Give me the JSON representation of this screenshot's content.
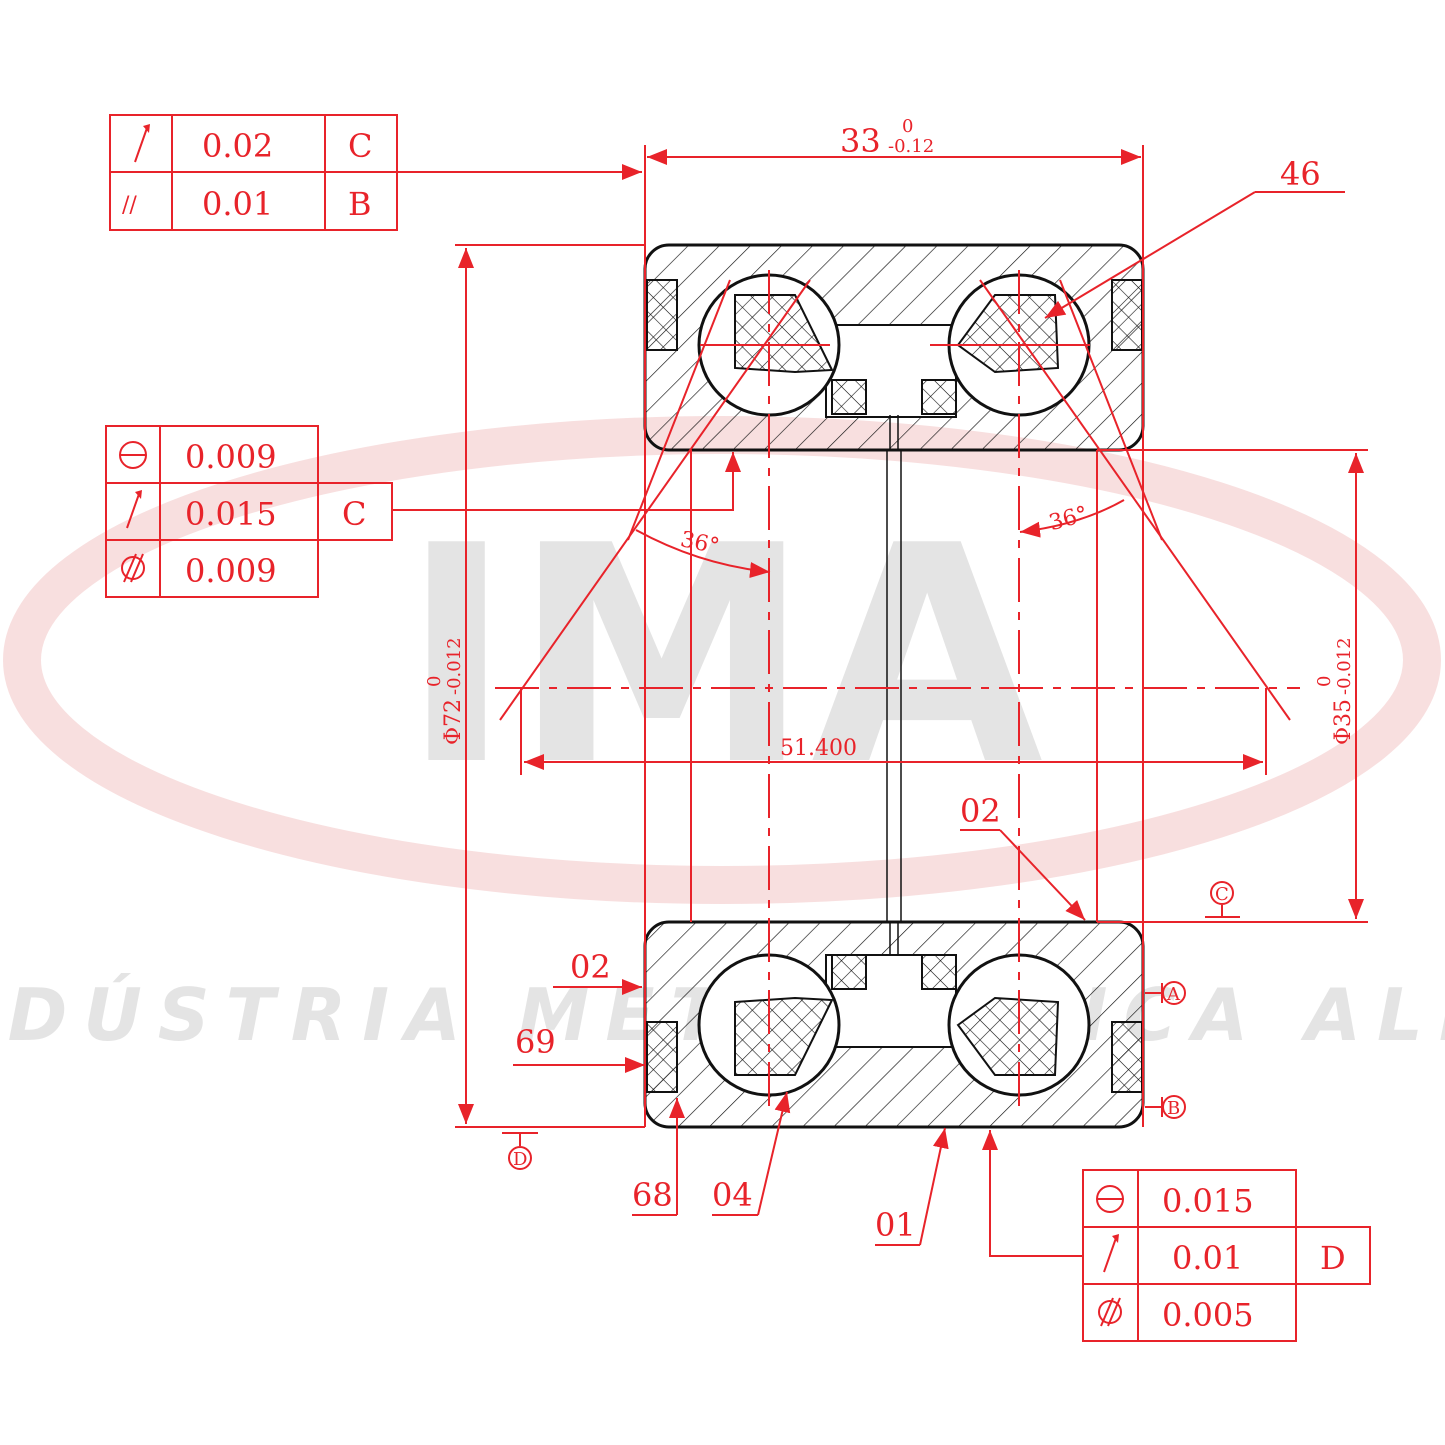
{
  "watermark": {
    "logo_text": "IMA",
    "company": "INDÚSTRIA METALÚRGICA ALLI"
  },
  "dimensions": {
    "width_nominal": "33",
    "width_tol_upper": "0",
    "width_tol_lower": "-0.12",
    "outer_dia": "Φ72",
    "outer_tol_upper": "0",
    "outer_tol_lower": "-0.012",
    "inner_dia": "Φ35",
    "inner_tol_upper": "0",
    "inner_tol_lower": "-0.012",
    "pitch": "51.400",
    "angle_left": "36°",
    "angle_right": "36°"
  },
  "fcf_top": [
    {
      "value": "0.02",
      "datum": "C",
      "symbol": "runout"
    },
    {
      "value": "0.01",
      "datum": "B",
      "symbol": "parallelism"
    }
  ],
  "fcf_left": [
    {
      "value": "0.009",
      "datum": "",
      "symbol": "roundness"
    },
    {
      "value": "0.015",
      "datum": "C",
      "symbol": "runout"
    },
    {
      "value": "0.009",
      "datum": "",
      "symbol": "cylindricity"
    }
  ],
  "fcf_bottom": [
    {
      "value": "0.015",
      "datum": "",
      "symbol": "roundness"
    },
    {
      "value": "0.01",
      "datum": "D",
      "symbol": "runout"
    },
    {
      "value": "0.005",
      "datum": "",
      "symbol": "cylindricity"
    }
  ],
  "datums": {
    "a": "A",
    "b": "B",
    "c": "C",
    "d": "D"
  },
  "part_labels": {
    "p46": "46",
    "p02_right": "02",
    "p02_left": "02",
    "p69": "69",
    "p68": "68",
    "p04": "04",
    "p01": "01"
  },
  "colors": {
    "line": "#e8232a",
    "outline": "#111111"
  }
}
